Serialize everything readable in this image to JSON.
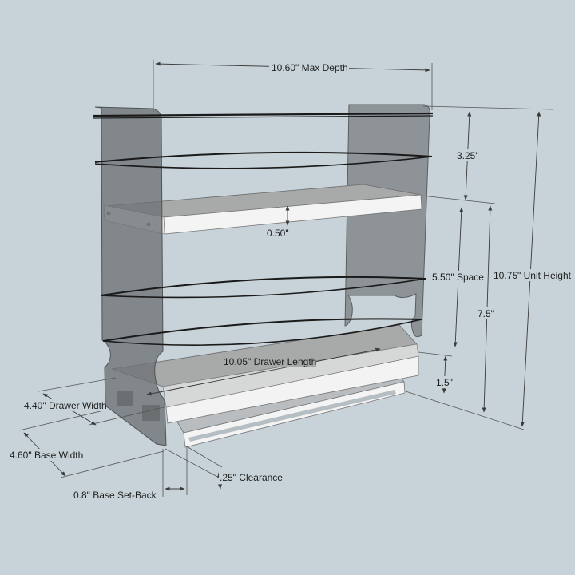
{
  "colors": {
    "background": "#c7d3d8",
    "side_panel": "#7d8284",
    "shelf_top": "#a8a9a9",
    "shelf_front": "#f3f3f3",
    "rail": "#1a1a1a",
    "dimension_line": "#3a3a3a"
  },
  "dimensions": {
    "max_depth": "10.60\" Max Depth",
    "upper_space": "3.25\"",
    "shelf_thickness": "0.50\"",
    "space": "5.50\" Space",
    "unit_height": "10.75\" Unit Height",
    "lower_height": "7.5\"",
    "drawer_length": "10.05\" Drawer Length",
    "base_height": "1.5\"",
    "drawer_width": "4.40\" Drawer Width",
    "base_width": "4.60\" Base Width",
    "clearance": ".25\" Clearance",
    "base_setback": "0.8\" Base Set-Back"
  }
}
